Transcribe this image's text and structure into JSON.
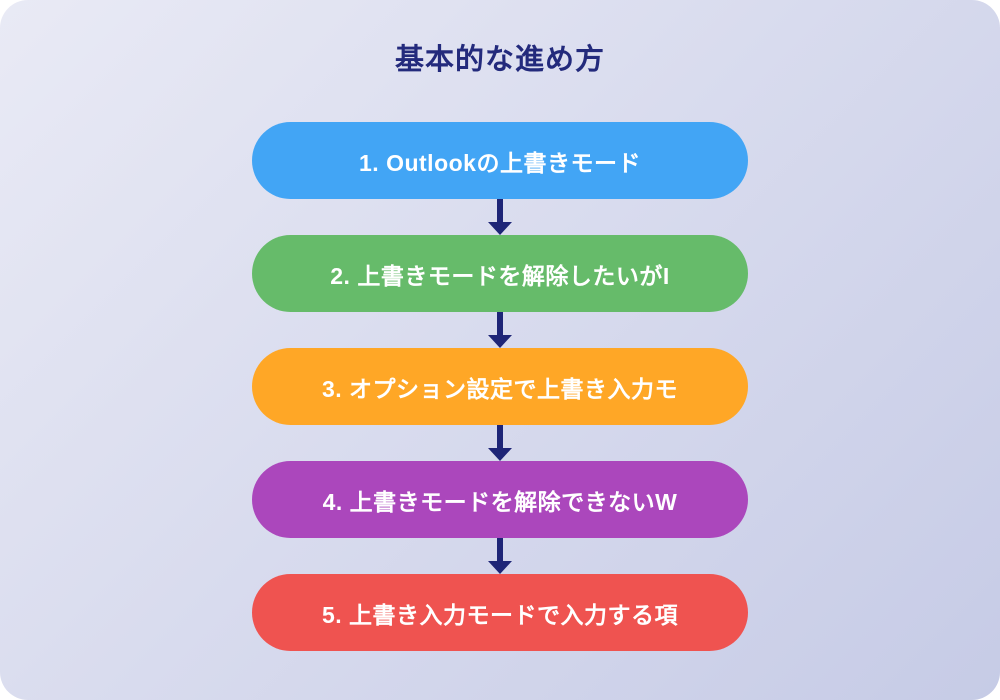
{
  "title": "基本的な進め方",
  "theme": {
    "background_gradient_start": "#e9eaf5",
    "background_gradient_end": "#c6cbe6",
    "title_color": "#232a7c",
    "arrow_color": "#1e2577",
    "step_text_color": "#ffffff"
  },
  "steps": [
    {
      "label": "1. Outlookの上書きモード",
      "color": "#42a5f5"
    },
    {
      "label": "2. 上書きモードを解除したいがI",
      "color": "#66bb6a"
    },
    {
      "label": "3. オプション設定で上書き入力モ",
      "color": "#ffa726"
    },
    {
      "label": "4. 上書きモードを解除できないW",
      "color": "#ab47bc"
    },
    {
      "label": "5. 上書き入力モードで入力する項",
      "color": "#ef5350"
    }
  ]
}
